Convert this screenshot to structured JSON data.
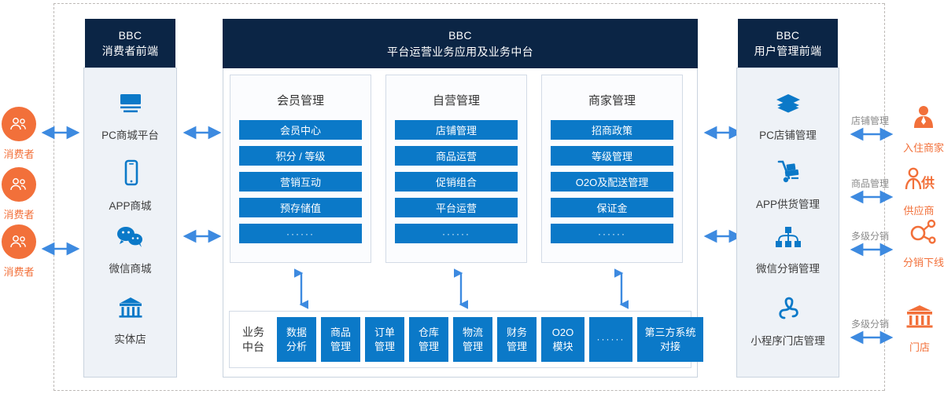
{
  "left_column": {
    "header": {
      "line1": "BBC",
      "line2": "消费者前端"
    },
    "items": [
      {
        "label": "PC商城平台",
        "icon": "monitor-icon"
      },
      {
        "label": "APP商城",
        "icon": "phone-icon"
      },
      {
        "label": "微信商城",
        "icon": "wechat-icon"
      },
      {
        "label": "实体店",
        "icon": "storefront-icon"
      }
    ]
  },
  "center": {
    "header": {
      "line1": "BBC",
      "line2": "平台运营业务应用及业务中台"
    },
    "modules": [
      {
        "title": "会员管理",
        "items": [
          "会员中心",
          "积分 / 等级",
          "营销互动",
          "预存储值",
          "······"
        ]
      },
      {
        "title": "自营管理",
        "items": [
          "店铺管理",
          "商品运营",
          "促销组合",
          "平台运营",
          "······"
        ]
      },
      {
        "title": "商家管理",
        "items": [
          "招商政策",
          "等级管理",
          "O2O及配送管理",
          "保证金",
          "······"
        ]
      }
    ],
    "middle_platform": {
      "label": "业务\n中台",
      "label_line1": "业务",
      "label_line2": "中台",
      "tiles": [
        {
          "line1": "数据",
          "line2": "分析",
          "size": "w-sm"
        },
        {
          "line1": "商品",
          "line2": "管理",
          "size": "w-sm"
        },
        {
          "line1": "订单",
          "line2": "管理",
          "size": "w-sm"
        },
        {
          "line1": "仓库",
          "line2": "管理",
          "size": "w-sm"
        },
        {
          "line1": "物流",
          "line2": "管理",
          "size": "w-sm"
        },
        {
          "line1": "财务",
          "line2": "管理",
          "size": "w-sm"
        },
        {
          "line1": "O2O",
          "line2": "模块",
          "size": "w-md"
        },
        {
          "line1": "······",
          "line2": "",
          "size": "w-md"
        },
        {
          "line1": "第三方系统",
          "line2": "对接",
          "size": "w-lg"
        }
      ]
    }
  },
  "right_column": {
    "header": {
      "line1": "BBC",
      "line2": "用户管理前端"
    },
    "items": [
      {
        "label": "PC店铺管理",
        "icon": "layers-icon"
      },
      {
        "label": "APP供货管理",
        "icon": "handcart-icon"
      },
      {
        "label": "微信分销管理",
        "icon": "sitemap-icon"
      },
      {
        "label": "小程序门店管理",
        "icon": "knot-icon"
      }
    ]
  },
  "actors_left": [
    {
      "label": "消费者",
      "icon": "users-circle-icon"
    },
    {
      "label": "消费者",
      "icon": "users-circle-icon"
    },
    {
      "label": "消费者",
      "icon": "users-circle-icon"
    }
  ],
  "actors_right": [
    {
      "label": "入住商家",
      "icon": "merchant-person-icon",
      "relation": "店铺管理"
    },
    {
      "label": "供应商",
      "icon": "supplier-icon",
      "relation": "商品管理"
    },
    {
      "label": "分销下线",
      "icon": "share-nodes-icon",
      "relation": "多级分销"
    },
    {
      "label": "门店",
      "icon": "shop-icon",
      "relation": "多级分销"
    }
  ],
  "colors": {
    "header_navy": "#0b2545",
    "tile_blue": "#0b79c8",
    "arrow_blue": "#3d8ae0",
    "actor_orange": "#f2703a",
    "panel_bg": "#eef2f7",
    "relation_gray": "#8a8a8a"
  }
}
